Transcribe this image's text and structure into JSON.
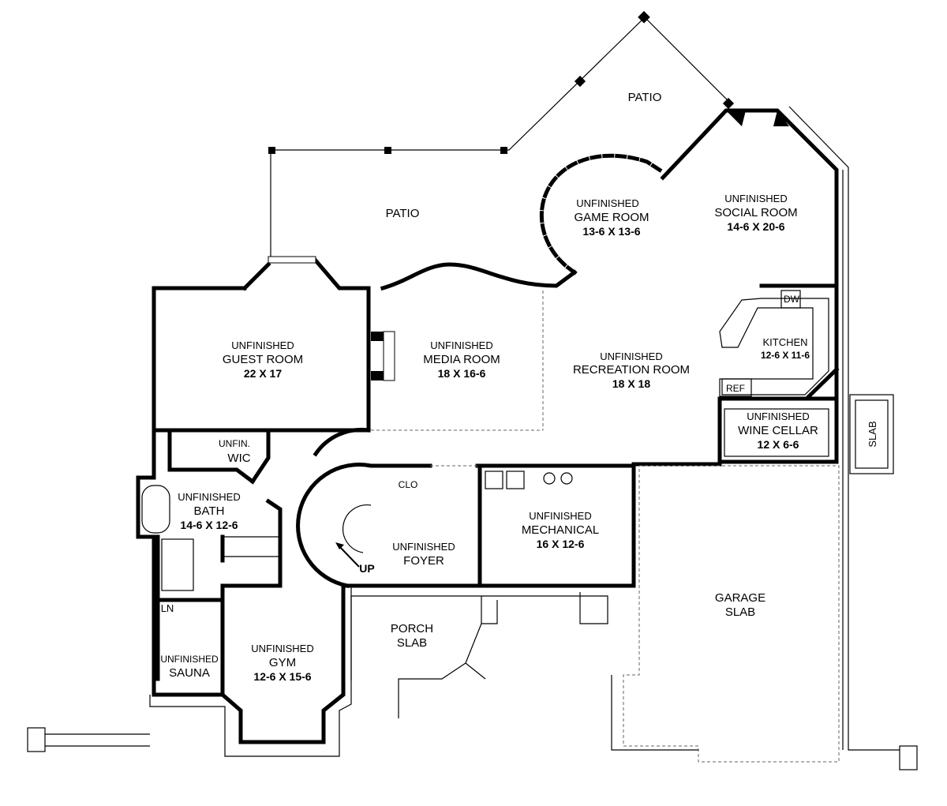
{
  "rooms": {
    "patio_top": {
      "name": "PATIO"
    },
    "patio_left": {
      "name": "PATIO"
    },
    "game_room": {
      "status": "UNFINISHED",
      "name": "GAME ROOM",
      "size": "13-6 X 13-6"
    },
    "social_room": {
      "status": "UNFINISHED",
      "name": "SOCIAL ROOM",
      "size": "14-6 X 20-6"
    },
    "guest_room": {
      "status": "UNFINISHED",
      "name": "GUEST ROOM",
      "size": "22 X 17"
    },
    "media_room": {
      "status": "UNFINISHED",
      "name": "MEDIA ROOM",
      "size": "18 X 16-6"
    },
    "recreation_room": {
      "status": "UNFINISHED",
      "name": "RECREATION ROOM",
      "size": "18 X 18"
    },
    "kitchen": {
      "name": "KITCHEN",
      "size": "12-6 X 11-6",
      "dw": "DW",
      "ref": "REF"
    },
    "wine_cellar": {
      "status": "UNFINISHED",
      "name": "WINE CELLAR",
      "size": "12 X 6-6"
    },
    "slab_right": {
      "name": "SLAB"
    },
    "wic": {
      "status": "UNFIN.",
      "name": "WIC"
    },
    "bath": {
      "status": "UNFINISHED",
      "name": "BATH",
      "size": "14-6 X 12-6"
    },
    "clo": {
      "name": "CLO"
    },
    "foyer": {
      "status": "UNFINISHED",
      "name": "FOYER",
      "stair": "UP"
    },
    "mechanical": {
      "status": "UNFINISHED",
      "name": "MECHANICAL",
      "size": "16 X 12-6"
    },
    "ln": {
      "name": "LN"
    },
    "sauna": {
      "status": "UNFINISHED",
      "name": "SAUNA"
    },
    "gym": {
      "status": "UNFINISHED",
      "name": "GYM",
      "size": "12-6 X 15-6"
    },
    "porch": {
      "name": "PORCH",
      "sub": "SLAB"
    },
    "garage": {
      "name": "GARAGE",
      "sub": "SLAB"
    }
  }
}
